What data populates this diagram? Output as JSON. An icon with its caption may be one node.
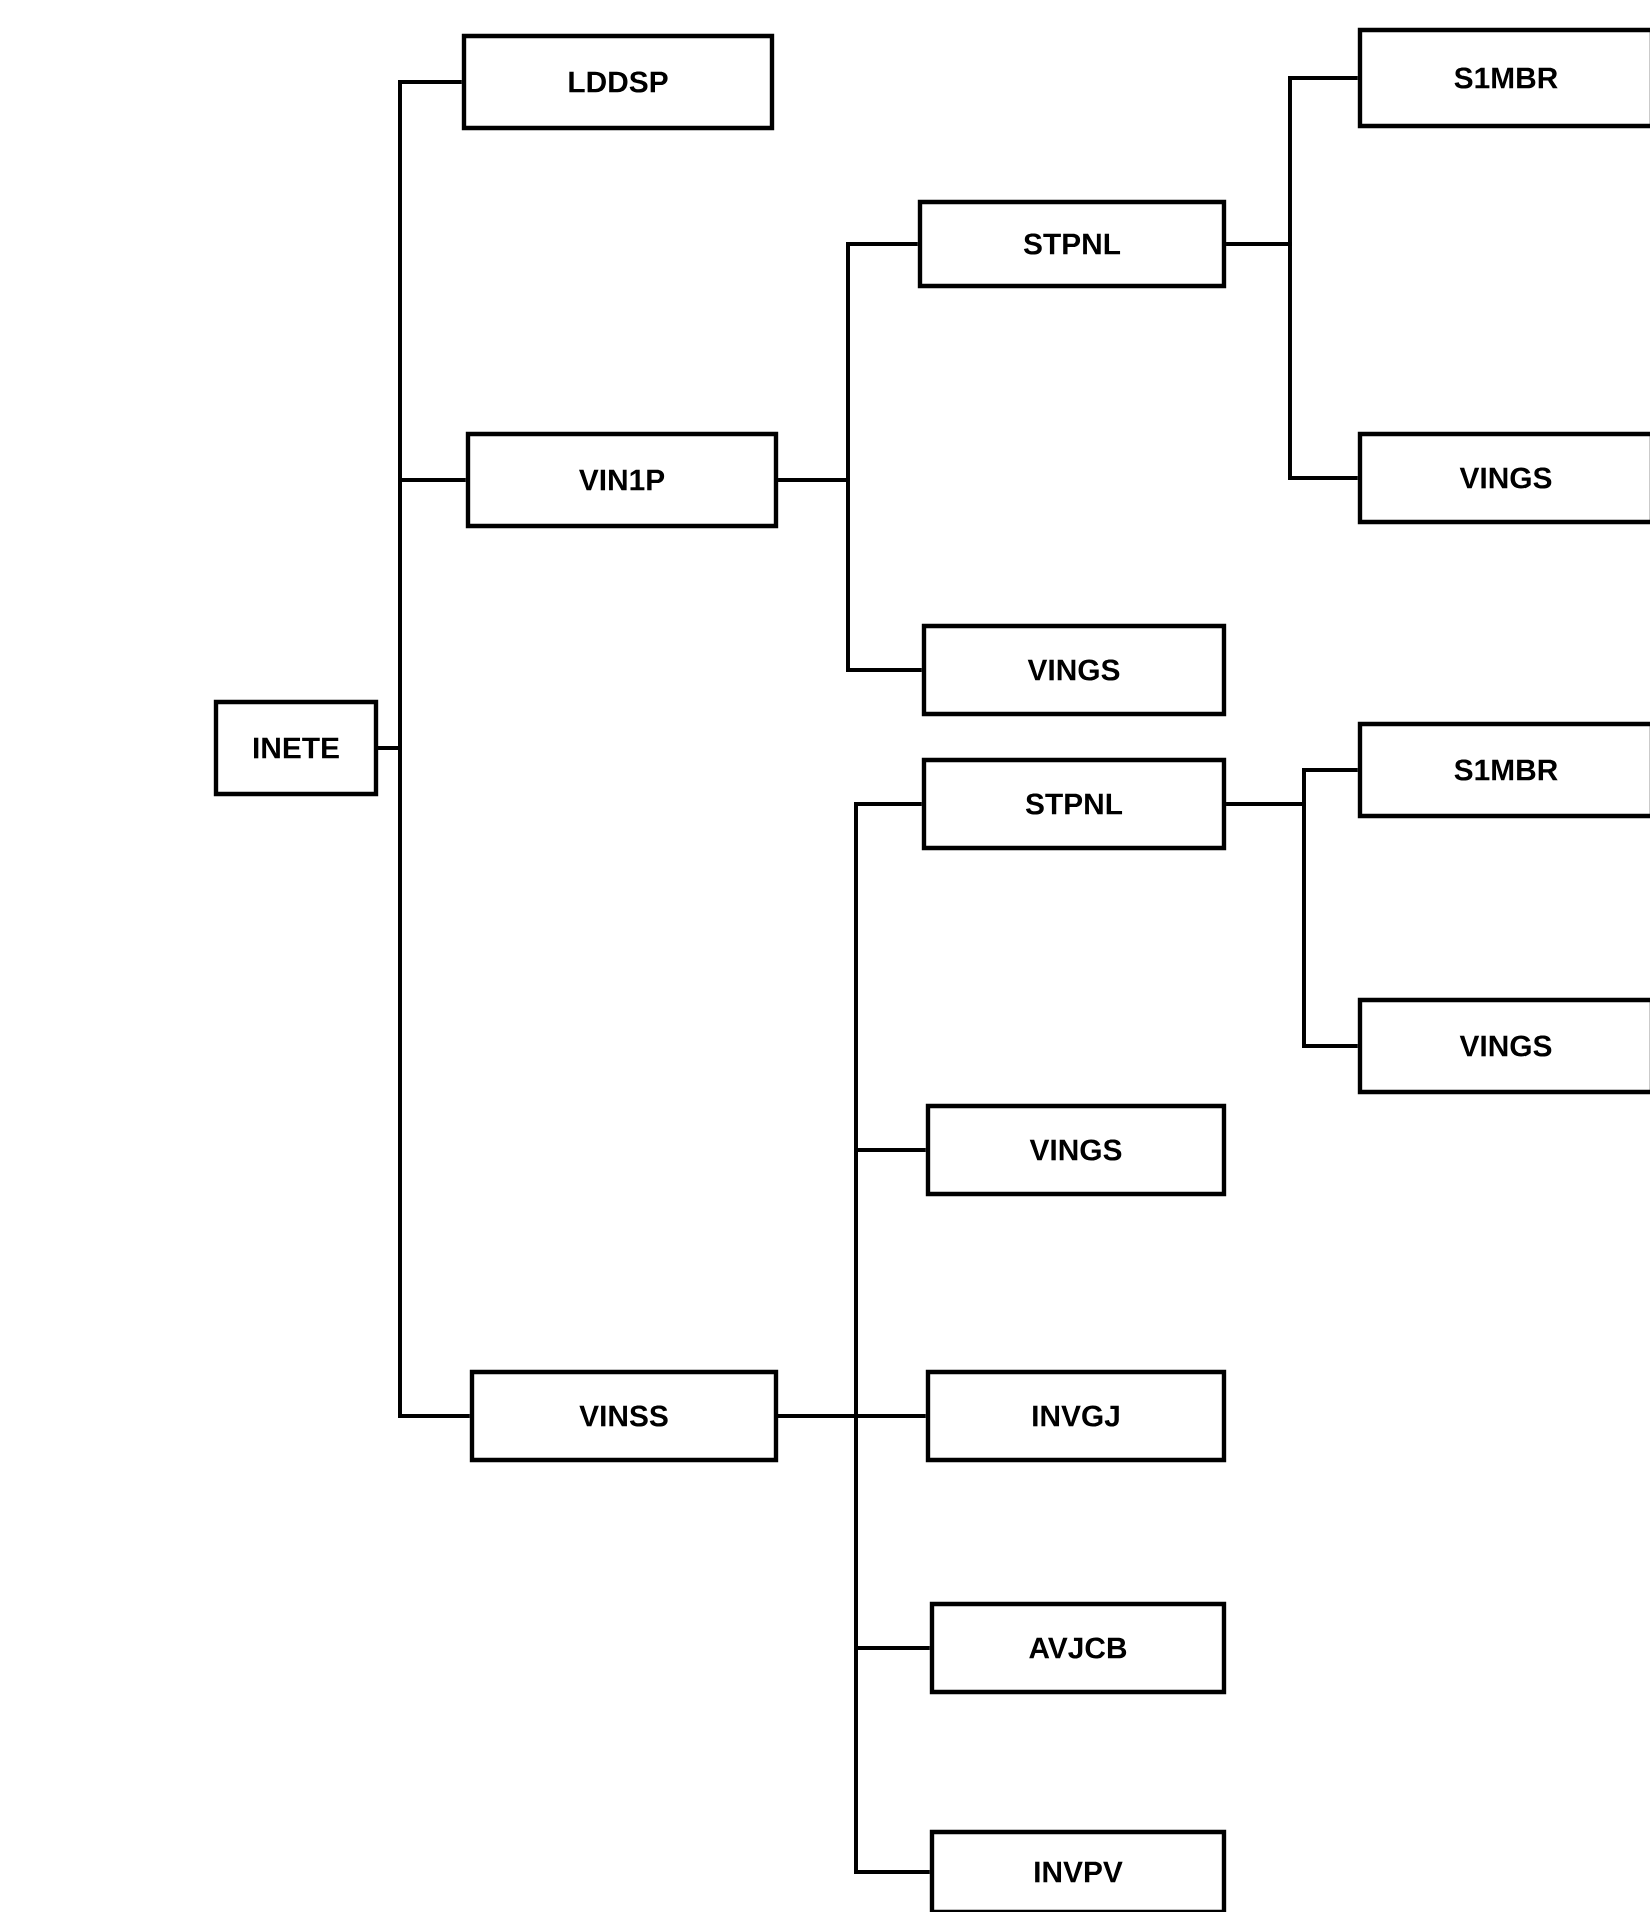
{
  "diagram": {
    "nodes": [
      {
        "text": [
          "INETE"
        ]
      },
      {
        "text": [
          "LDDSP"
        ]
      },
      {
        "text": [
          "VIN1P"
        ]
      },
      {
        "text": [
          "STPNL"
        ]
      },
      {
        "text": [
          "VINGS"
        ]
      },
      {
        "text": [
          "S1MBR"
        ]
      },
      {
        "text": [
          "VINGS"
        ]
      },
      {
        "text": [
          "VINSS"
        ]
      },
      {
        "text": [
          "STPNL"
        ]
      },
      {
        "text": [
          "S1MBR"
        ]
      },
      {
        "text": [
          "VINGS"
        ]
      },
      {
        "text": [
          "VINGS"
        ]
      },
      {
        "text": [
          "INVGJ"
        ]
      },
      {
        "text": [
          "AVJCB"
        ]
      },
      {
        "text": [
          "INVPV"
        ]
      }
    ],
    "edges": [
      {
        "from": 0,
        "to": 1,
        "arrow": "none"
      },
      {
        "from": 0,
        "to": 2,
        "arrow": "none"
      },
      {
        "from": 0,
        "to": 7,
        "arrow": "none"
      },
      {
        "from": 2,
        "to": 3,
        "arrow": "none"
      },
      {
        "from": 2,
        "to": 4,
        "arrow": "none"
      },
      {
        "from": 3,
        "to": 5,
        "arrow": "none"
      },
      {
        "from": 3,
        "to": 6,
        "arrow": "none"
      },
      {
        "from": 7,
        "to": 8,
        "arrow": "none"
      },
      {
        "from": 7,
        "to": 11,
        "arrow": "none"
      },
      {
        "from": 7,
        "to": 12,
        "arrow": "none"
      },
      {
        "from": 7,
        "to": 13,
        "arrow": "none"
      },
      {
        "from": 7,
        "to": 14,
        "arrow": "none"
      },
      {
        "from": 8,
        "to": 9,
        "arrow": "none"
      },
      {
        "from": 8,
        "to": 10,
        "arrow": "none"
      }
    ]
  }
}
